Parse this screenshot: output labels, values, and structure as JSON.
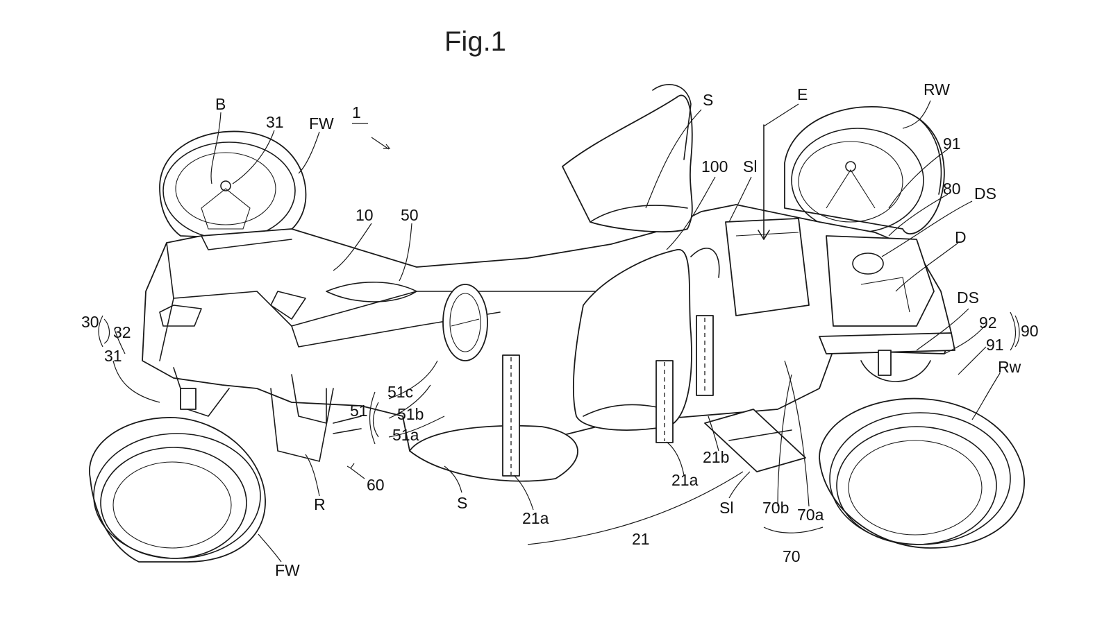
{
  "figure": {
    "title": "Fig.1",
    "labels": {
      "vehicle": "1",
      "B": "B",
      "31_fl_top": "31",
      "FW_top": "FW",
      "frame_10": "10",
      "part_50": "50",
      "S_seat_top": "S",
      "part_100": "100",
      "Sl_top": "Sl",
      "E": "E",
      "RW_top": "RW",
      "91_top": "91",
      "80": "80",
      "DS_top": "DS",
      "D": "D",
      "DS_mid": "DS",
      "92": "92",
      "90": "90",
      "91_mid": "91",
      "Rw_right": "Rw",
      "30": "30",
      "32": "32",
      "31_left": "31",
      "51c": "51c",
      "51": "51",
      "51b": "51b",
      "51a": "51a",
      "60": "60",
      "R": "R",
      "S_bottom": "S",
      "21a_left": "21a",
      "21a_right": "21a",
      "21b": "21b",
      "Sl_bottom": "Sl",
      "70b": "70b",
      "70a": "70a",
      "21": "21",
      "70": "70",
      "FW_bottom": "FW"
    }
  }
}
